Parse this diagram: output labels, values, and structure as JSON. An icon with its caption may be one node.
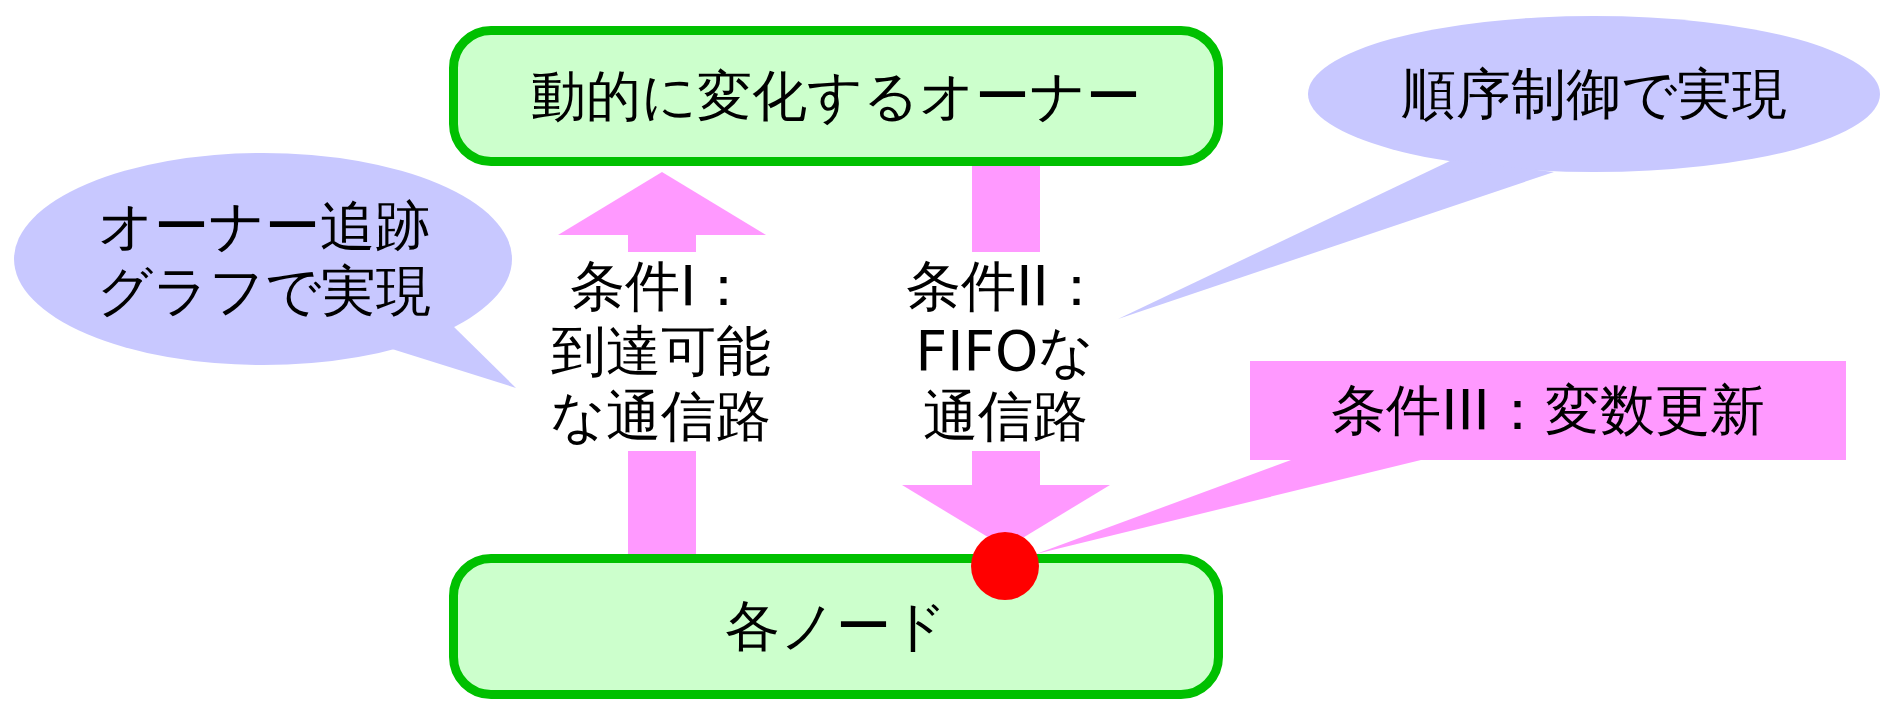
{
  "diagram": {
    "nodes": [
      {
        "text": [
          "動的に変化するオーナー"
        ]
      },
      {
        "text": [
          "各ノード"
        ]
      },
      {
        "text": [
          "オーナー追跡グラフで実現"
        ]
      },
      {
        "text": [
          "順序制御で実現"
        ]
      },
      {
        "text": [
          "条件III：変数更新"
        ]
      },
      {
        "text": [],
        "shape": "circle"
      }
    ],
    "edges": [
      {
        "from": 1,
        "to": 0,
        "arrow": "to",
        "label": "条件I：到達可能な通信路"
      },
      {
        "from": 0,
        "to": 1,
        "arrow": "to",
        "label": "条件II：FIFOな通信路"
      },
      {
        "from": 4,
        "to": 5,
        "arrow": "none"
      }
    ]
  }
}
